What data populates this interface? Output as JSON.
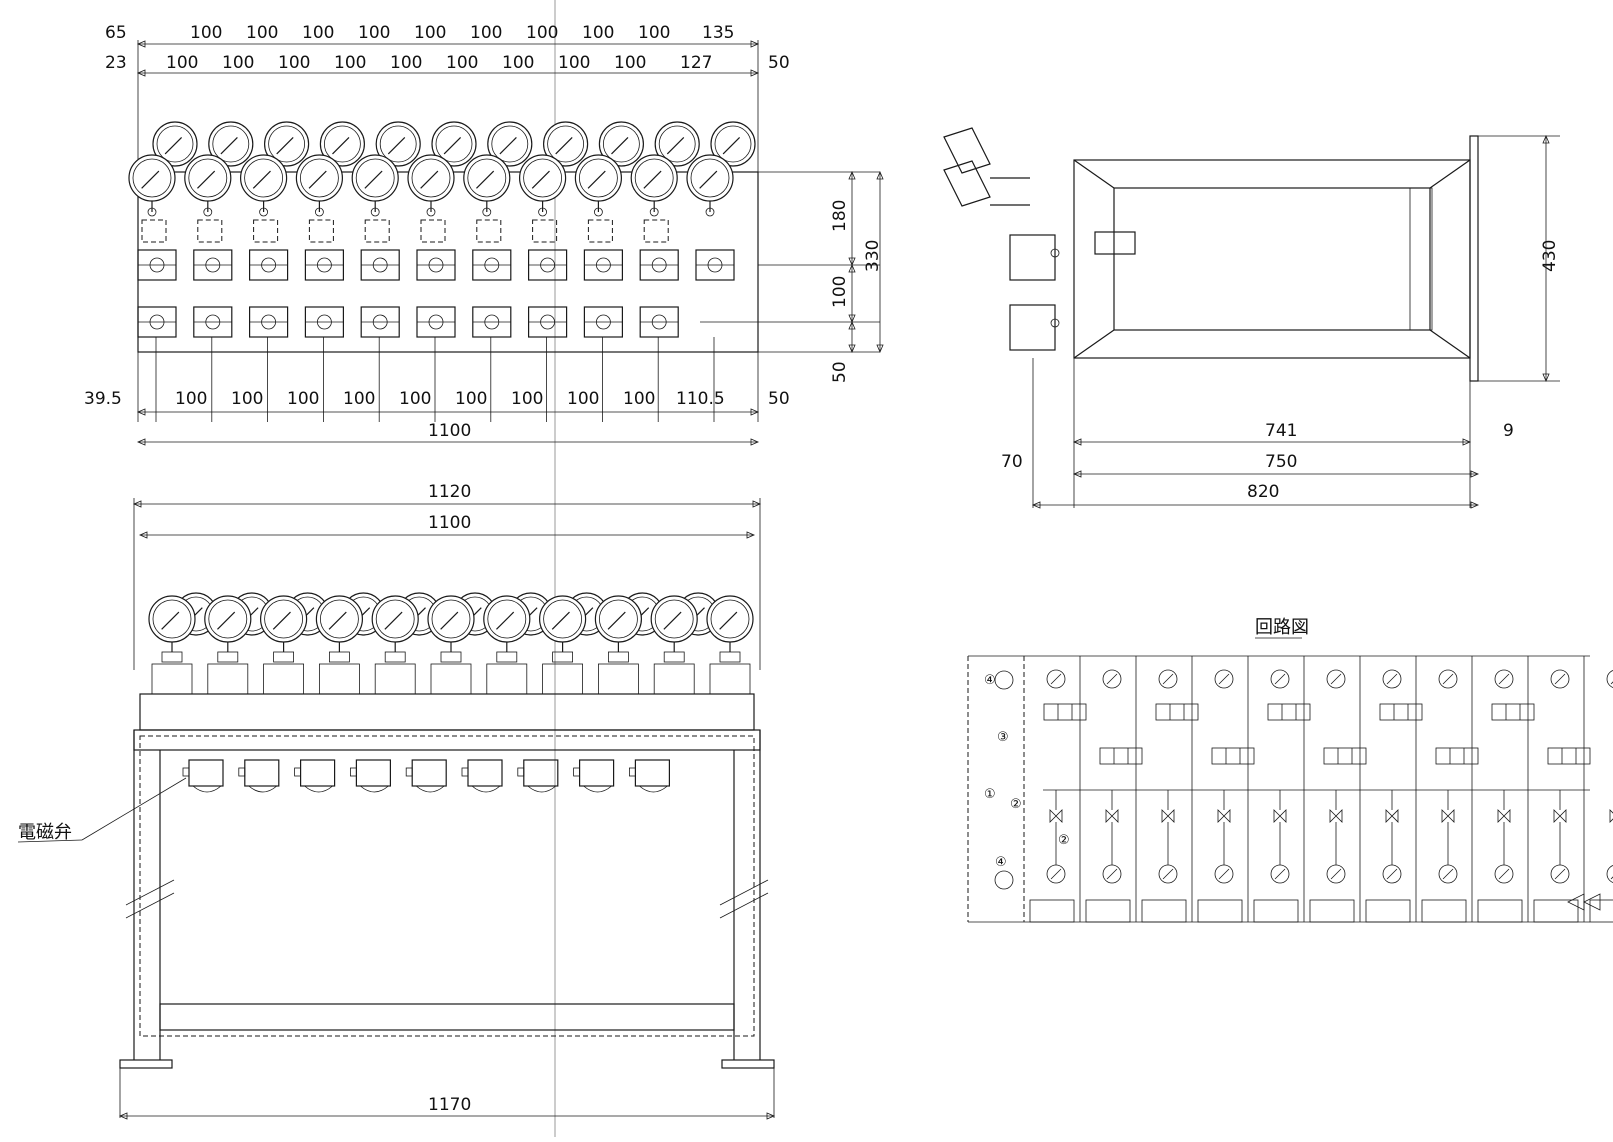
{
  "colors": {
    "line": "#1a1a1a",
    "background": "#ffffff",
    "centerline": "#9a9a9a"
  },
  "plan_view": {
    "top_row_1": [
      "65",
      "100",
      "100",
      "100",
      "100",
      "100",
      "100",
      "100",
      "100",
      "100",
      "135"
    ],
    "top_row_2": [
      "23",
      "100",
      "100",
      "100",
      "100",
      "100",
      "100",
      "100",
      "100",
      "100",
      "127",
      "50"
    ],
    "bottom_row": [
      "39.5",
      "100",
      "100",
      "100",
      "100",
      "100",
      "100",
      "100",
      "100",
      "100",
      "110.5",
      "50"
    ],
    "overall_width": "1100",
    "right_dims": [
      "180",
      "100",
      "50"
    ],
    "right_total": "330",
    "gauge_count": 11,
    "valve_count": 11
  },
  "side_view": {
    "height": "430",
    "inner": "741",
    "gap": "9",
    "frame": "750",
    "offset": "70",
    "total": "820"
  },
  "front_view": {
    "width_outer": "1120",
    "width_inner": "1100",
    "base_width": "1170",
    "solenoid_label": "電磁弁",
    "gauge_count": 11,
    "solenoid_count": 9
  },
  "circuit": {
    "title": "回路図",
    "markers": [
      "④",
      "③",
      "①",
      "②",
      "②",
      "④"
    ],
    "units": 10
  }
}
